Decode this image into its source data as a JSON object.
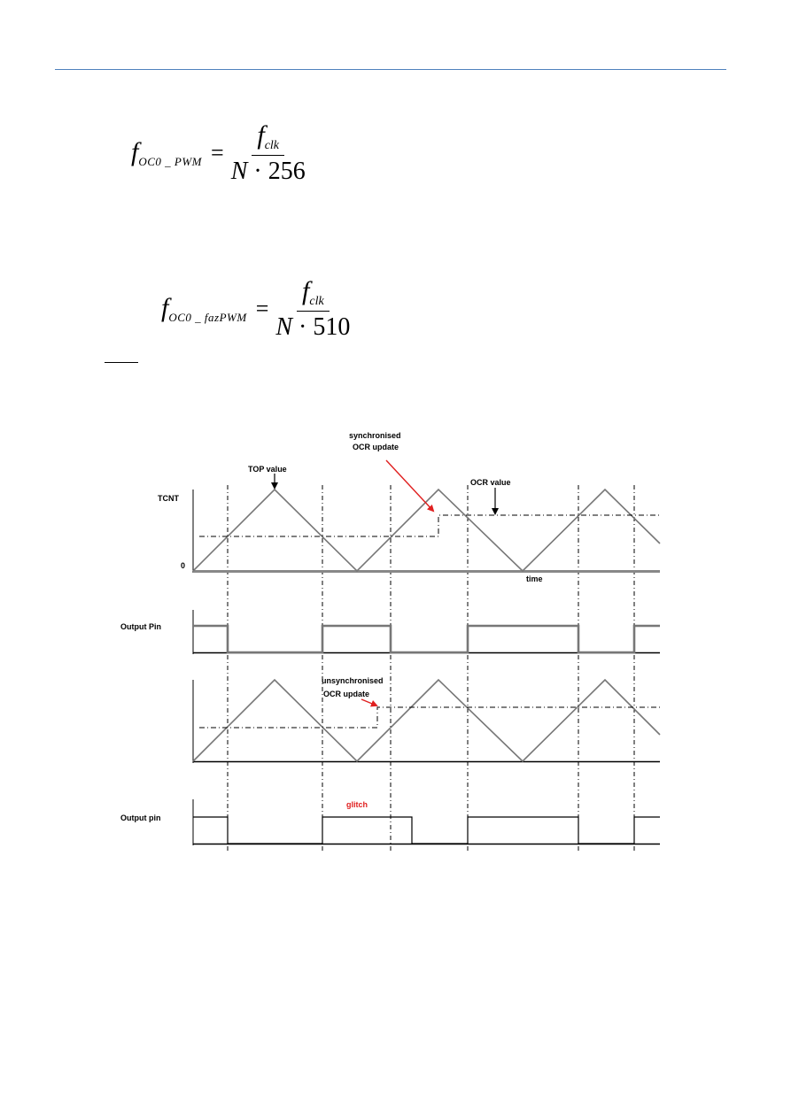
{
  "formula1": {
    "lhs_base": "f",
    "lhs_sub": "OC0 _ PWM",
    "eq": "=",
    "num_base": "f",
    "num_sub": "clk",
    "den_n": "N",
    "den_dot": "·",
    "den_val": "256"
  },
  "formula2": {
    "lhs_base": "f",
    "lhs_sub": "OC0 _ fazPWM",
    "eq": "=",
    "num_base": "f",
    "num_sub": "clk",
    "den_n": "N",
    "den_dot": "·",
    "den_val": "510"
  },
  "diagram": {
    "label_synchronised": "synchronised",
    "label_ocr_update": "OCR update",
    "label_top_value": "TOP value",
    "label_ocr_value": "OCR value",
    "label_tcnt": "TCNT",
    "label_zero": "0",
    "label_time": "time",
    "label_output_pin_1": "Output Pin",
    "label_unsynchronised": "unsynchronised",
    "label_ocr_update_2": "OCR update",
    "label_output_pin_2": "Output pin",
    "label_glitch": "glitch",
    "accent_color": "#e02020",
    "wave_color": "#777777"
  }
}
